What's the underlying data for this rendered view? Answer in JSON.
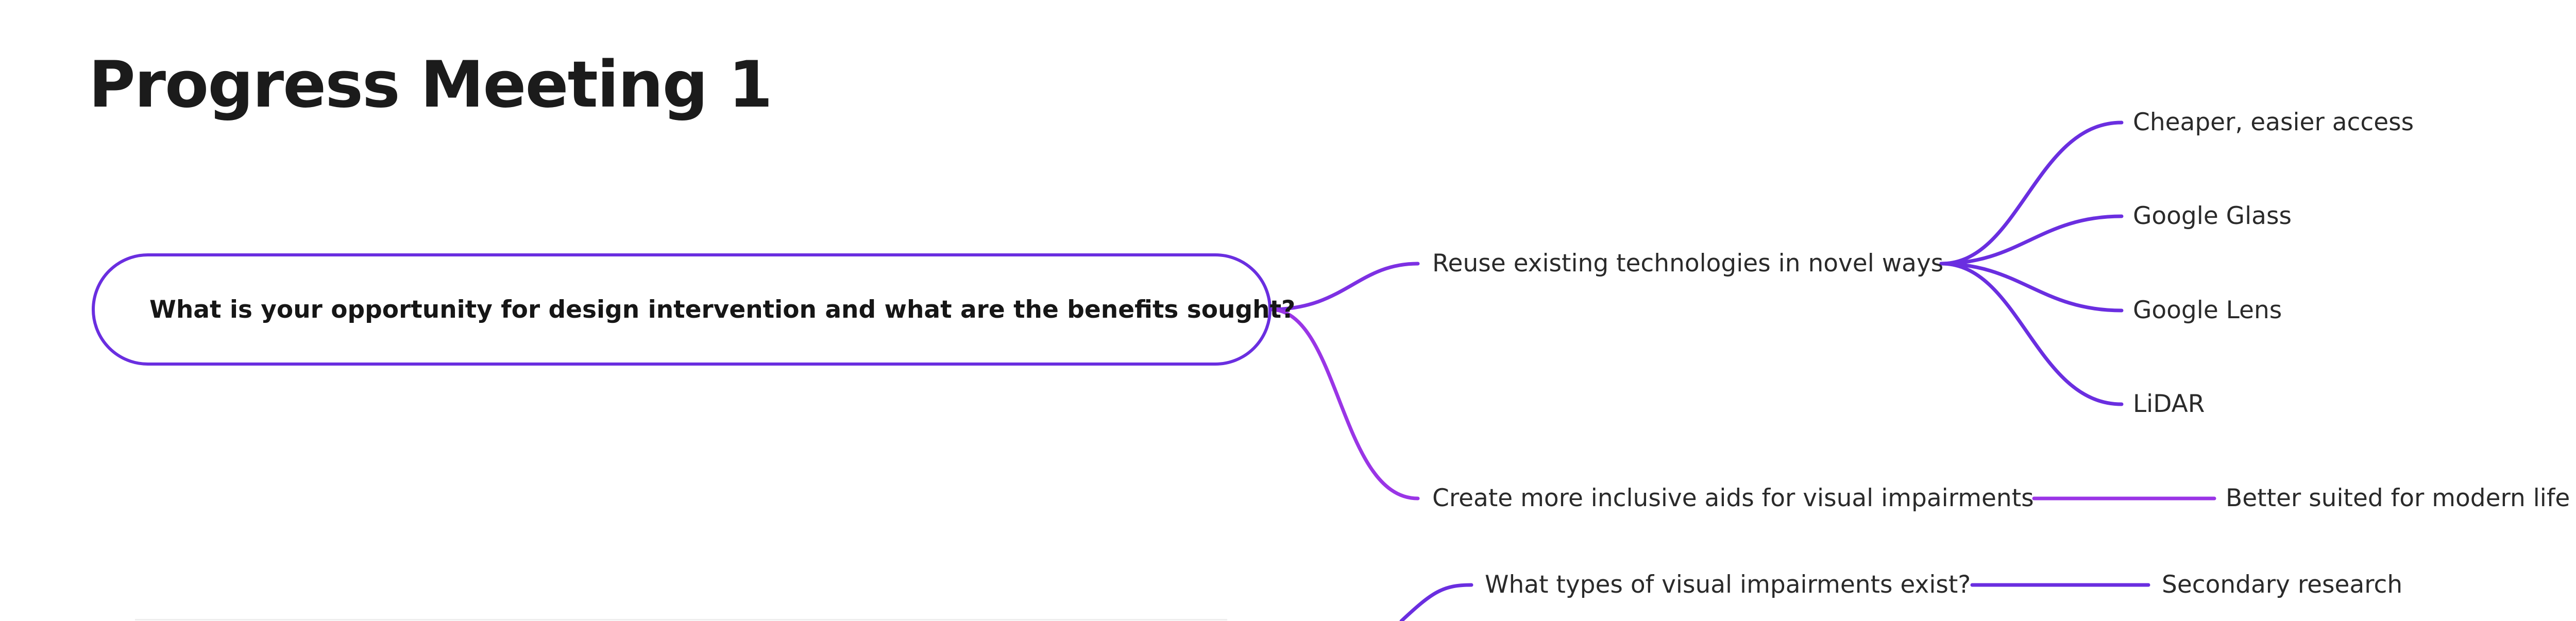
{
  "title": "Progress Meeting 1",
  "root": "What is your opportunity for design intervention and what are the benefits sought?",
  "branches": {
    "reuse": "Reuse existing technologies in novel ways",
    "reuse_children": [
      "Cheaper, easier access",
      "Google Glass",
      "Google Lens",
      "LiDAR"
    ],
    "inclusive": "Create more inclusive aids for visual impairments",
    "inclusive_child": "Better suited for modern life",
    "types": "What types of visual impairments exist?",
    "types_child": "Secondary research"
  },
  "colors": {
    "accent": "#6a2ee0",
    "accent_light": "#9a35e6"
  }
}
